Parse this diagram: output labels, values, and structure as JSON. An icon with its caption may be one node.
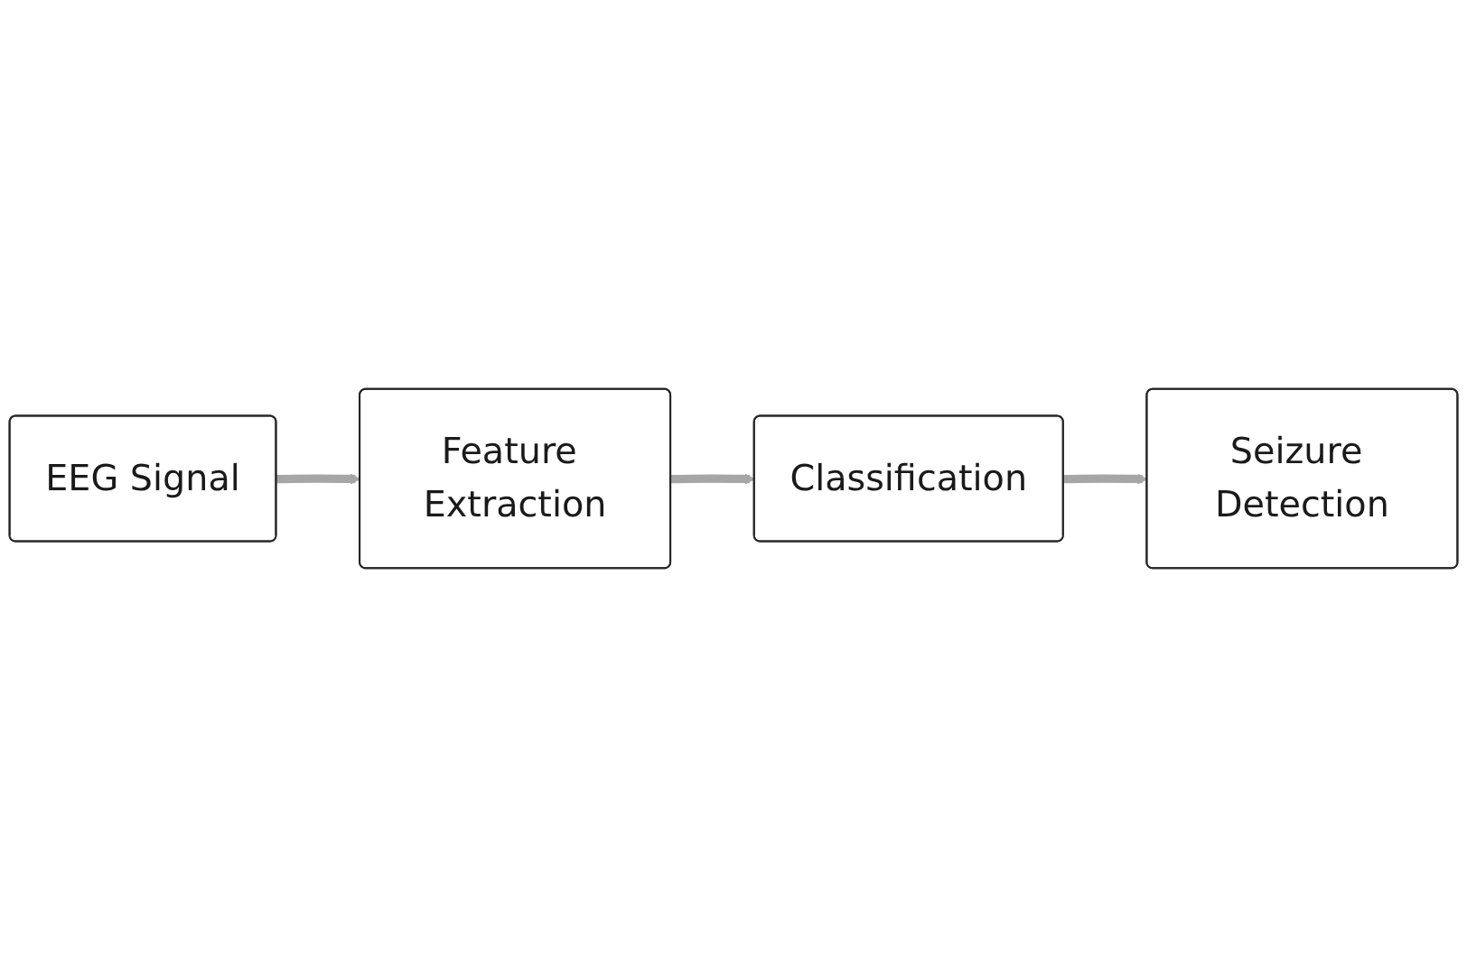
{
  "diagram": {
    "nodes": [
      {
        "text": [
          "EEG Signal"
        ]
      },
      {
        "text": [
          "Feature Extraction"
        ]
      },
      {
        "text": [
          "Classification"
        ]
      },
      {
        "text": [
          "Seizure Detection"
        ]
      }
    ],
    "edges": [
      {
        "from": 0,
        "to": 1,
        "arrow": "to"
      },
      {
        "from": 1,
        "to": 2,
        "arrow": "to"
      },
      {
        "from": 2,
        "to": 3,
        "arrow": "to"
      }
    ]
  }
}
